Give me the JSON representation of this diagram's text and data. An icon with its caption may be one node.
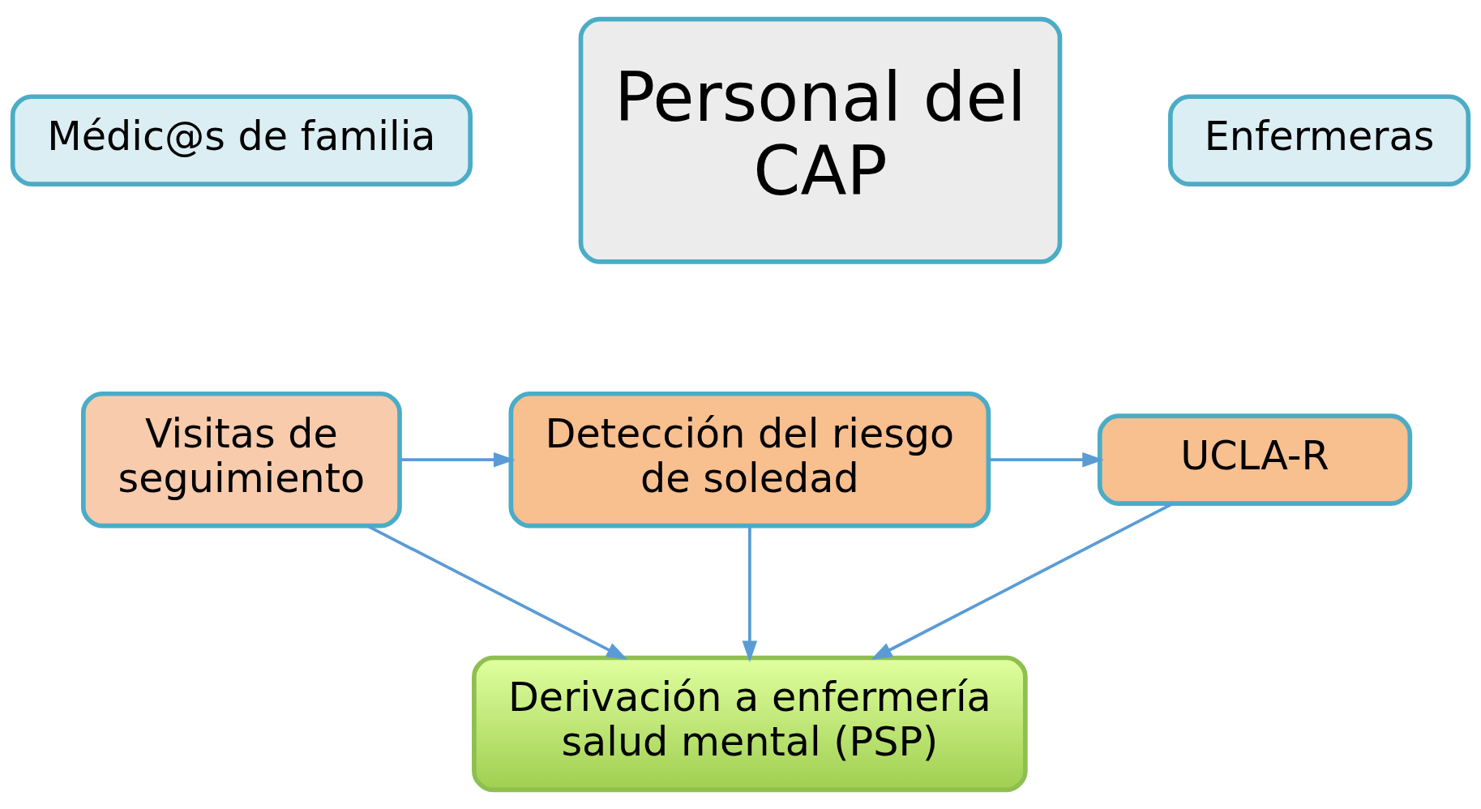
{
  "diagram": {
    "nodes": [
      {
        "text": [
          "Médic@s de familia"
        ]
      },
      {
        "text": [
          "Personal del CAP"
        ]
      },
      {
        "text": [
          "Enfermeras"
        ]
      },
      {
        "text": [
          "Visitas de seguimiento"
        ]
      },
      {
        "text": [
          "Detección del riesgo de soledad"
        ]
      },
      {
        "text": [
          "UCLA-R"
        ]
      },
      {
        "text": [
          "Derivación a enfermería salud mental (PSP)"
        ]
      }
    ],
    "edges": [
      {
        "from": 3,
        "to": 4,
        "arrow": "to"
      },
      {
        "from": 4,
        "to": 5,
        "arrow": "to"
      },
      {
        "from": 3,
        "to": 6,
        "arrow": "to"
      },
      {
        "from": 4,
        "to": 6,
        "arrow": "to"
      },
      {
        "from": 5,
        "to": 6,
        "arrow": "to"
      }
    ]
  }
}
